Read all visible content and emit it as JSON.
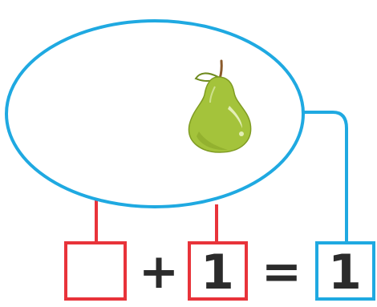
{
  "equation": {
    "addend_left": "",
    "operator_plus": "+",
    "addend_right": "1",
    "operator_equals": "=",
    "sum": "1"
  },
  "set_contents": {
    "object": "pear",
    "count": 1
  },
  "colors": {
    "set_outline": "#1fa9e1",
    "addend_boxes": "#e8333a",
    "sum_box": "#1fa9e1",
    "pear_body": "#a4c33b",
    "pear_shadow": "#7f9b22",
    "pear_highlight": "#eaf3c5",
    "stem": "#8a5a2b",
    "text": "#2b2b2b"
  },
  "icons": {
    "fruit": "pear-icon"
  }
}
